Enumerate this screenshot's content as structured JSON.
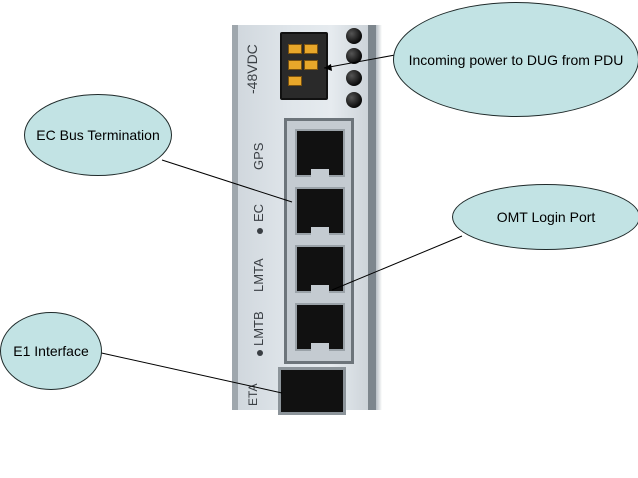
{
  "device": {
    "power_label": "-48VDC",
    "ports": [
      "GPS",
      "EC",
      "LMTA",
      "LMTB"
    ],
    "bottom_port_label": "ETA"
  },
  "callouts": {
    "incoming_power": "Incoming power to DUG from PDU",
    "ec_bus": "EC Bus Termination",
    "omt_login": "OMT Login Port",
    "e1_interface": "E1 Interface"
  },
  "colors": {
    "bubble_fill": "#c2e3e4",
    "bubble_stroke": "#1f2a2a",
    "panel": "#dfe5ea"
  }
}
